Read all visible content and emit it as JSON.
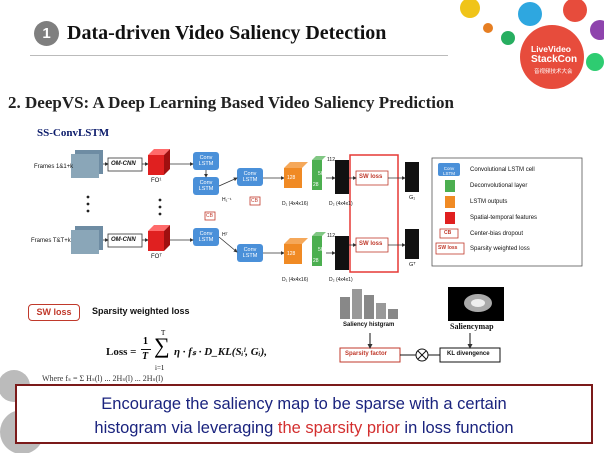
{
  "header": {
    "number": "1",
    "title": "Data-driven Video Saliency Detection"
  },
  "logo": {
    "line1": "LiveVideo",
    "line2": "StackCon",
    "line3": "音视频技术大会"
  },
  "subtitle": "2. DeepVS: A Deep Learning Based Video Saliency Prediction",
  "section_label": "SS-ConvLSTM",
  "diagram": {
    "frames_top": "Frames 1&1+k",
    "frames_bottom": "Frames T&T+k",
    "omcnn": "OM-CNN",
    "fo1": "FO¹",
    "fot": "FOᵀ",
    "conv_lstm": "Conv LSTM",
    "cb": "CB",
    "sw_loss": "SW loss",
    "h_top": "H₁⁻¹",
    "h_bot": "Hᵀ",
    "d1": "D₁ (4x4x16)",
    "d2": "D₂ (4x4x1)",
    "d1b": "D₁ (4x4x16)",
    "d2b": "D₂ (4x4x1)",
    "g1": "G₁",
    "gt": "Gᵀ",
    "dim128": "128",
    "dim28": "28",
    "dim112": "112",
    "dim56": "56"
  },
  "legend": {
    "items": [
      {
        "symbol": "Conv LSTM",
        "label": "Convolutional LSTM cell"
      },
      {
        "symbol": "",
        "label": "Deconvolutional layer"
      },
      {
        "symbol": "",
        "label": "LSTM outputs"
      },
      {
        "symbol": "",
        "label": "Spatial-temporal features"
      },
      {
        "symbol": "CB",
        "label": "Center-bias dropout"
      },
      {
        "symbol": "SW loss",
        "label": "Sparsity weighted loss"
      }
    ]
  },
  "loss": {
    "badge": "SW loss",
    "description": "Sparsity weighted loss",
    "formula_lhs": "Loss =",
    "formula_rhs": "η · fₛ · D_KL(Sᵢˡ, Gᵢ),",
    "frac_num": "1",
    "frac_den": "T",
    "sum_top": "T",
    "sum_bot": "i=1",
    "where_partial": "Where fₛ = Σ Hₛ(l) ...  2Hₛ(l) ... 2Hₛ(l)"
  },
  "right_diagram": {
    "hist_label": "Saliency histgram",
    "map_label": "Saliencymap",
    "sparsity_factor": "Sparsity factor",
    "kl": "KL divengence"
  },
  "caption": {
    "line1": "Encourage the saliency map to be sparse with a certain",
    "line2_before": "histogram via leveraging ",
    "line2_highlight": "the sparsity prior",
    "line2_after": " in loss function"
  }
}
